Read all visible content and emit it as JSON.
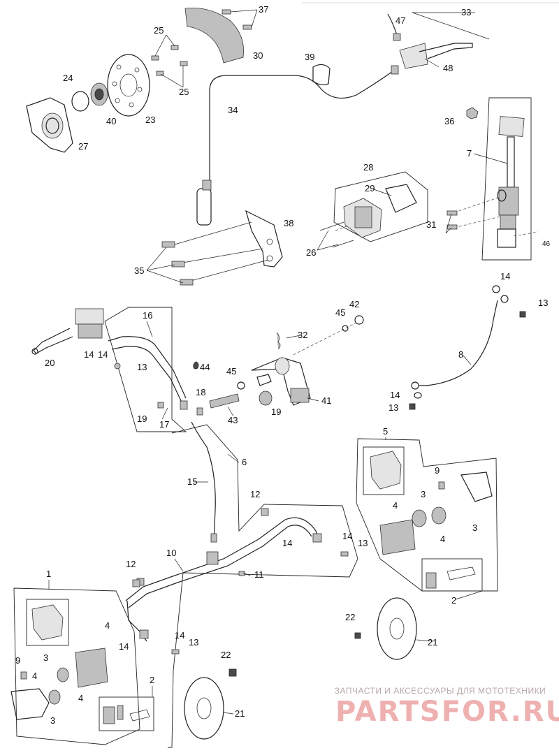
{
  "labels": {
    "n1": "1",
    "n2a": "2",
    "n2b": "2",
    "n3a": "3",
    "n3b": "3",
    "n3c": "3",
    "n3d": "3",
    "n4a": "4",
    "n4b": "4",
    "n4c": "4",
    "n4d": "4",
    "n4e": "4",
    "n5": "5",
    "n6": "6",
    "n7": "7",
    "n8": "8",
    "n9a": "9",
    "n9b": "9",
    "n10": "10",
    "n11": "11",
    "n12a": "12",
    "n12b": "12",
    "n13a": "13",
    "n13b": "13",
    "n13c": "13",
    "n13d": "13",
    "n13e": "13",
    "n14a": "14",
    "n14b": "14",
    "n14c": "14",
    "n14d": "14",
    "n14e": "14",
    "n14f": "14",
    "n14g": "14",
    "n14h": "14",
    "n15": "15",
    "n16": "16",
    "n17": "17",
    "n18": "18",
    "n19a": "19",
    "n19b": "19",
    "n20": "20",
    "n21a": "21",
    "n21b": "21",
    "n22a": "22",
    "n22b": "22",
    "n23": "23",
    "n24": "24",
    "n25a": "25",
    "n25b": "25",
    "n26": "26",
    "n27": "27",
    "n28": "28",
    "n29": "29",
    "n30": "30",
    "n31": "31",
    "n32": "32",
    "n33": "33",
    "n34": "34",
    "n35": "35",
    "n36": "36",
    "n37": "37",
    "n38": "38",
    "n39": "39",
    "n40": "40",
    "n41": "41",
    "n42": "42",
    "n43": "43",
    "n44": "44",
    "n45a": "45",
    "n45b": "45",
    "n46": "46",
    "n47": "47",
    "n48": "48"
  },
  "watermark": {
    "tagline": "ЗАПЧАСТИ И АКСЕССУАРЫ ДЛЯ МОТОТЕХНИКИ",
    "logo": "PARTSFOR.RU",
    "color": "#d63030"
  }
}
